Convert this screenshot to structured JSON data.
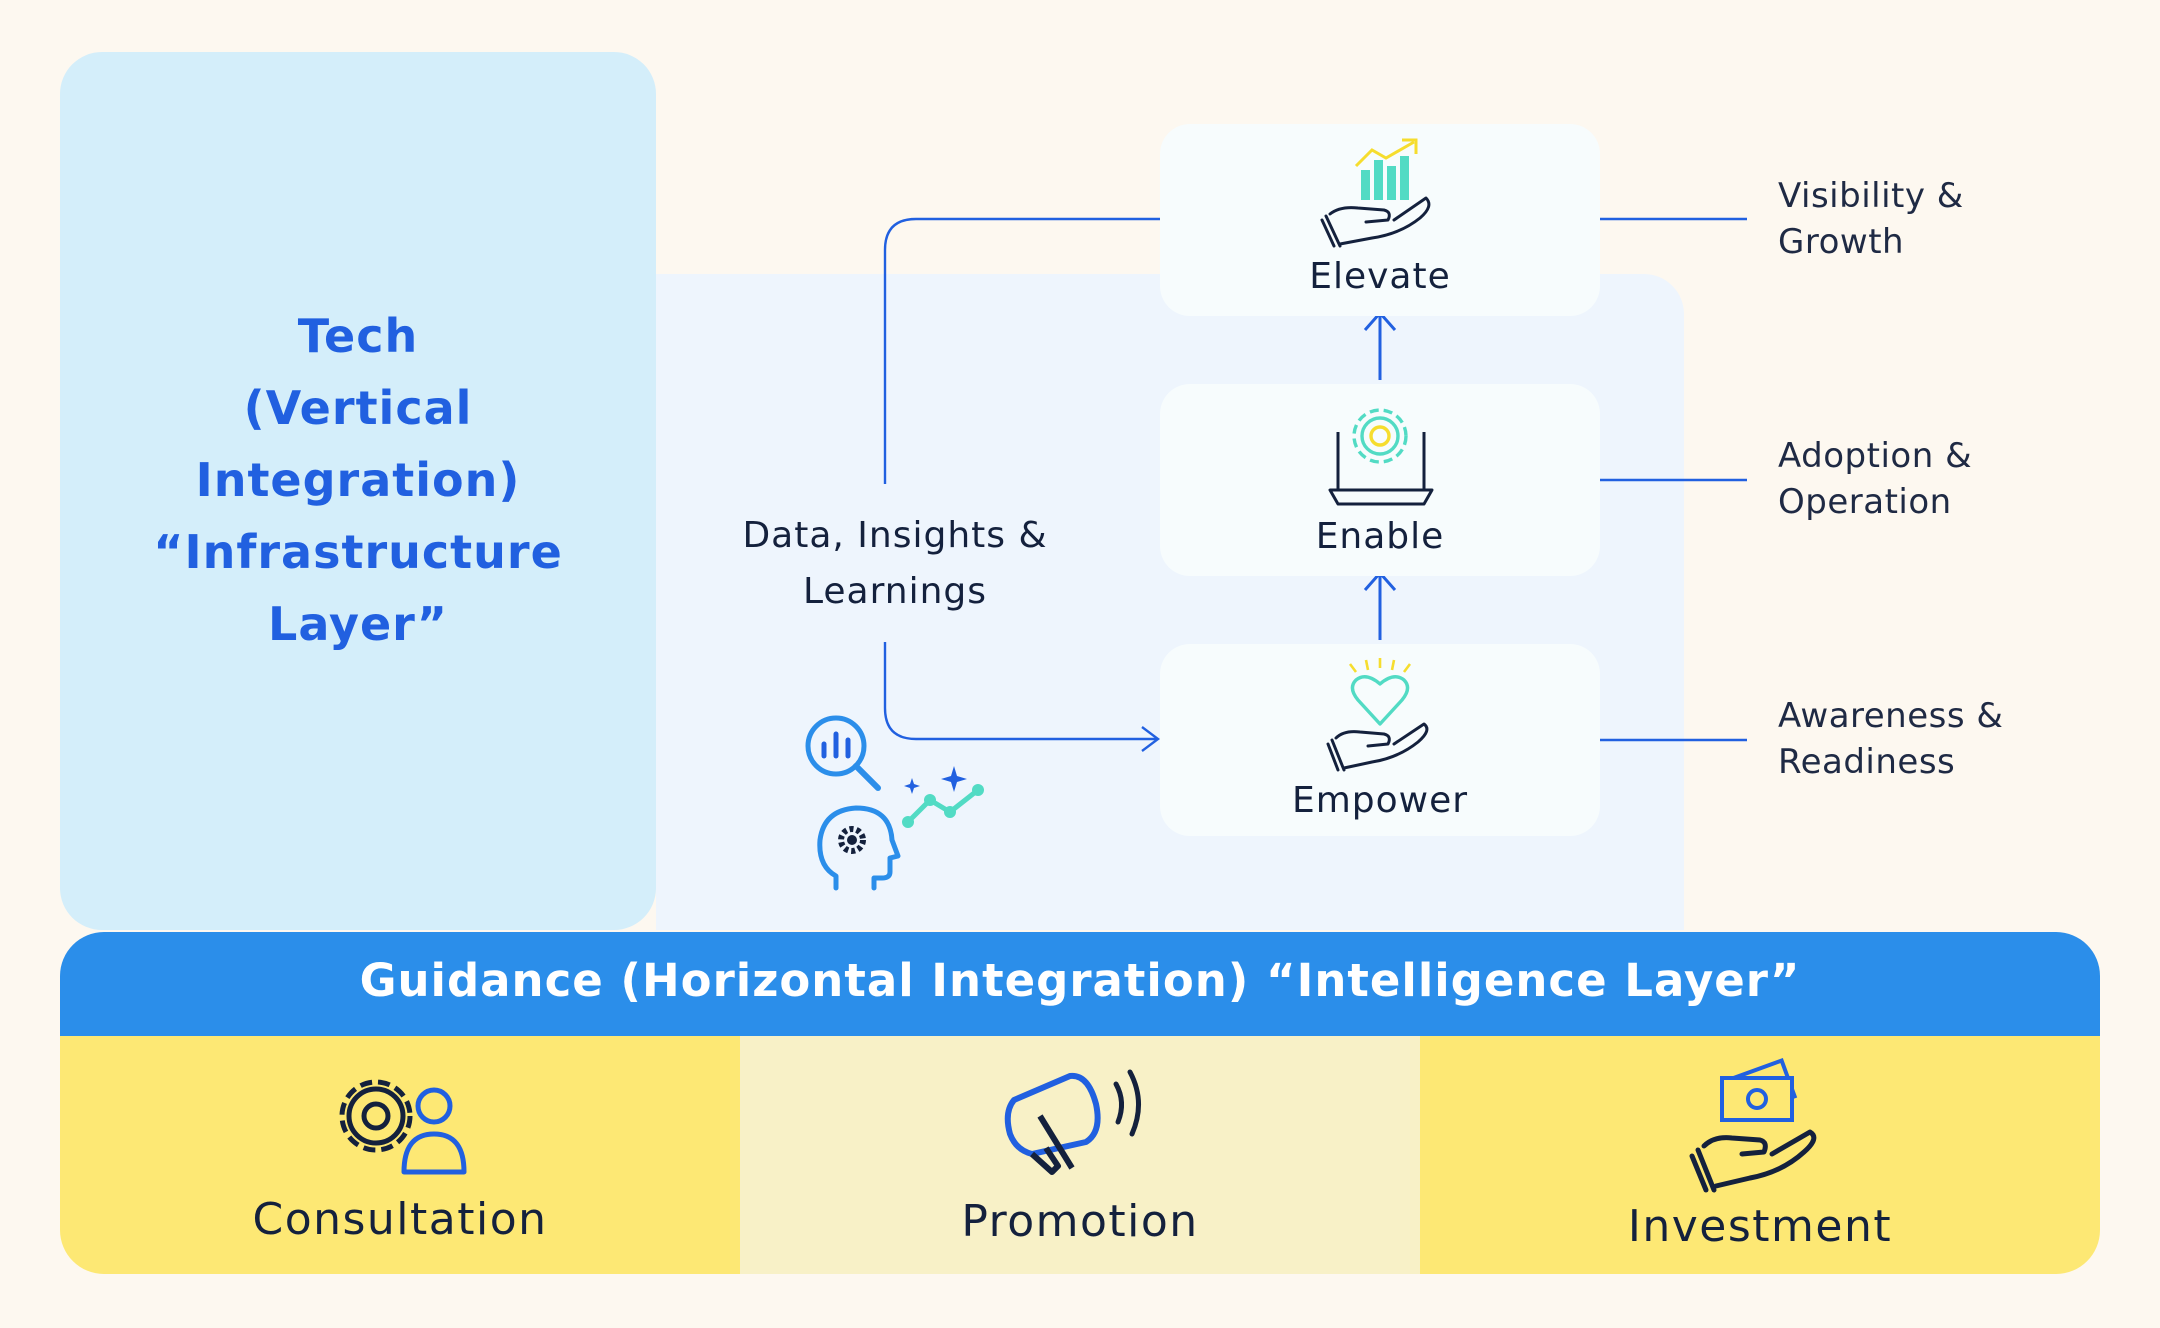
{
  "tech_layer": {
    "title_lines": [
      "Tech",
      "(Vertical",
      "Integration)",
      "“Infrastructure",
      "Layer”"
    ]
  },
  "stages": {
    "elevate": {
      "label": "Elevate",
      "icon": "hand-growth-chart-icon"
    },
    "enable": {
      "label": "Enable",
      "icon": "laptop-gear-icon"
    },
    "empower": {
      "label": "Empower",
      "icon": "hand-heart-icon"
    }
  },
  "outcomes": {
    "elevate": [
      "Visibility &",
      "Growth"
    ],
    "enable": [
      "Adoption &",
      "Operation"
    ],
    "empower": [
      "Awareness &",
      "Readiness"
    ]
  },
  "feedback_loop": {
    "label_lines": [
      "Data, Insights &",
      "Learnings"
    ],
    "icons": [
      "analytics-search-icon",
      "sparkle-trend-icon",
      "head-gear-icon"
    ]
  },
  "guidance": {
    "title": "Guidance (Horizontal Integration) “Intelligence Layer”"
  },
  "pillars": [
    {
      "label": "Consultation",
      "icon": "gear-person-icon",
      "bg": "#fde874"
    },
    {
      "label": "Promotion",
      "icon": "megaphone-icon",
      "bg": "#f8f1c7"
    },
    {
      "label": "Investment",
      "icon": "hand-money-icon",
      "bg": "#fde874"
    }
  ],
  "colors": {
    "accent_blue": "#2160e0",
    "guidance_blue": "#2b8eea",
    "icon_teal": "#52dbc4",
    "icon_yellow": "#f6dd2e",
    "dark_navy": "#14213d"
  }
}
